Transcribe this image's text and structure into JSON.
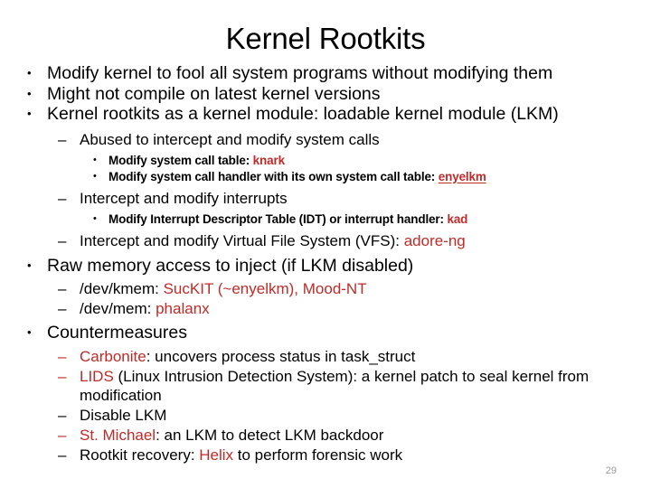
{
  "slide": {
    "title": "Kernel Rootkits",
    "page_number": "29",
    "accent_color": "#BE2B28",
    "text_color": "#000000",
    "background_color": "#FFFFFF",
    "bullet_glyph_level1": "•",
    "bullet_glyph_level2": "–",
    "bullet_glyph_level3": "•"
  },
  "bullets": {
    "b1": "Modify kernel to fool all system programs without modifying them",
    "b2": "Might not compile on latest kernel versions",
    "b3": "Kernel rootkits as a kernel module: loadable kernel module (LKM)",
    "b3_1": "Abused to intercept and modify system calls",
    "b3_1_1_pre": "Modify system call table: ",
    "b3_1_1_hl": "knark",
    "b3_1_2_pre": "Modify system call handler with its own system call table:  ",
    "b3_1_2_hl": "enyelkm",
    "b3_2": "Intercept and modify interrupts",
    "b3_2_1_pre": "Modify Interrupt Descriptor Table (IDT) or interrupt handler: ",
    "b3_2_1_hl": "kad",
    "b3_3_pre": "Intercept and modify Virtual File System (VFS): ",
    "b3_3_hl": "adore-ng",
    "b4": "Raw memory access to inject (if LKM disabled)",
    "b4_1_pre": "/dev/kmem: ",
    "b4_1_hl": "SucKIT (~enyelkm), Mood-NT",
    "b4_2_pre": "/dev/mem: ",
    "b4_2_hl": "phalanx",
    "b5": "Countermeasures",
    "b5_1_hl": "Carbonite",
    "b5_1_post": ": uncovers process status in task_struct",
    "b5_2_hl": "LIDS",
    "b5_2_post": " (Linux Intrusion Detection System): a kernel patch to seal kernel from modification",
    "b5_3": "Disable LKM",
    "b5_4_hl": "St. Michael",
    "b5_4_post": ": an LKM to detect LKM backdoor",
    "b5_5_pre": "Rootkit recovery: ",
    "b5_5_hl": "Helix",
    "b5_5_post": " to perform forensic work"
  }
}
